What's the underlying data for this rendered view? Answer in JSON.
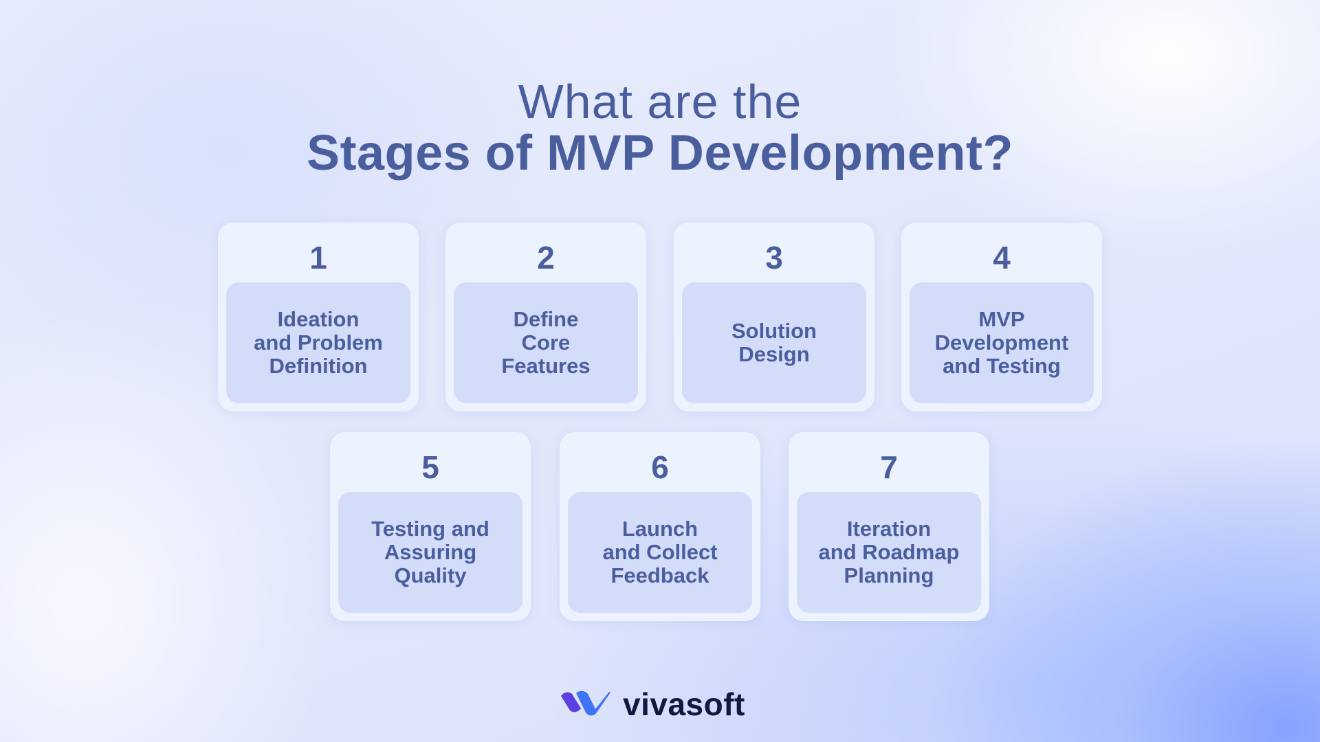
{
  "header": {
    "title_line1": "What are the",
    "title_line2": "Stages of MVP Development?"
  },
  "stages": [
    {
      "number": "1",
      "label": "Ideation\nand Problem\nDefinition"
    },
    {
      "number": "2",
      "label": "Define\nCore\nFeatures"
    },
    {
      "number": "3",
      "label": "Solution\nDesign"
    },
    {
      "number": "4",
      "label": "MVP\nDevelopment\nand Testing"
    },
    {
      "number": "5",
      "label": "Testing and\nAssuring\nQuality"
    },
    {
      "number": "6",
      "label": "Launch\nand Collect\nFeedback"
    },
    {
      "number": "7",
      "label": "Iteration\nand Roadmap\nPlanning"
    }
  ],
  "brand": {
    "name": "vivasoft",
    "logo_icon": "vivasoft-v-logo-icon",
    "colors": {
      "text": "#4a5e9e",
      "card_outer": "#edf3fe",
      "card_inner": "#d3ddfa",
      "logo_purple": "#5b3fe0",
      "logo_blue": "#3f74f5",
      "logo_text": "#13183f"
    }
  }
}
